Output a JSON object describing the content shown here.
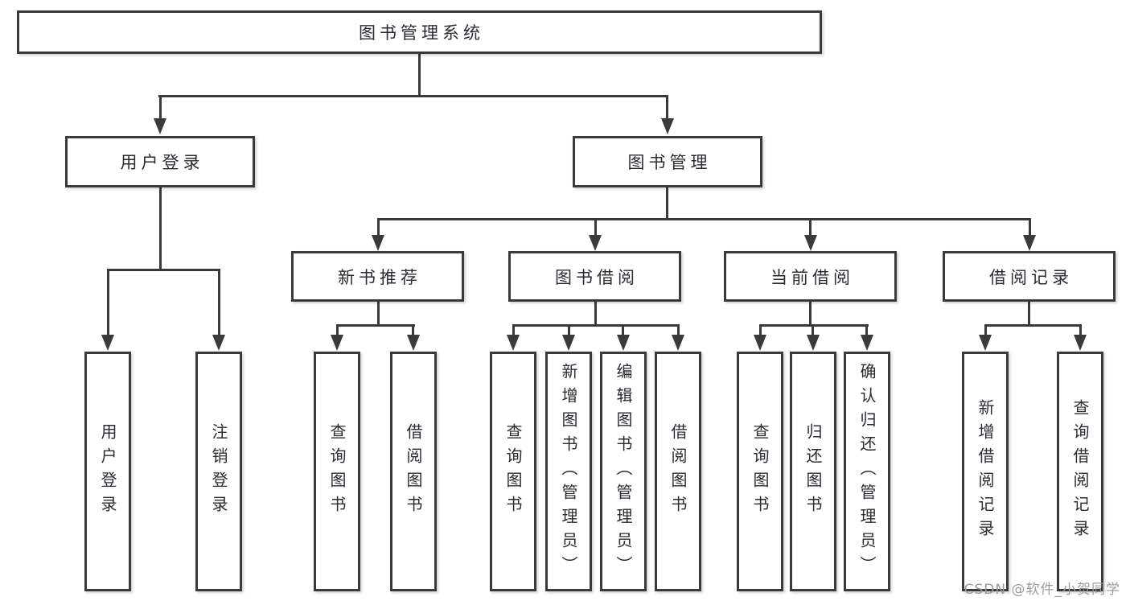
{
  "diagram": {
    "root": {
      "label": "图书管理系统"
    },
    "level2": [
      {
        "label": "用户登录"
      },
      {
        "label": "图书管理"
      }
    ],
    "level3": [
      {
        "label": "新书推荐"
      },
      {
        "label": "图书借阅"
      },
      {
        "label": "当前借阅"
      },
      {
        "label": "借阅记录"
      }
    ],
    "leaves": {
      "login": [
        {
          "label": "用户登录"
        },
        {
          "label": "注销登录"
        }
      ],
      "recommend": [
        {
          "label": "查询图书"
        },
        {
          "label": "借阅图书"
        }
      ],
      "borrow": [
        {
          "label": "查询图书"
        },
        {
          "label": "新增图书（管理员）"
        },
        {
          "label": "编辑图书（管理员）"
        },
        {
          "label": "借阅图书"
        }
      ],
      "current": [
        {
          "label": "查询图书"
        },
        {
          "label": "归还图书"
        },
        {
          "label": "确认归还（管理员）"
        }
      ],
      "record": [
        {
          "label": "新增借阅记录"
        },
        {
          "label": "查询借阅记录"
        }
      ]
    }
  },
  "watermark": {
    "text": "CSDN @软件_小贺同学"
  },
  "colors": {
    "line": "#3a3a3a",
    "text": "#2b2b31",
    "watermark": "#9c9c9c",
    "background": "#ffffff"
  }
}
